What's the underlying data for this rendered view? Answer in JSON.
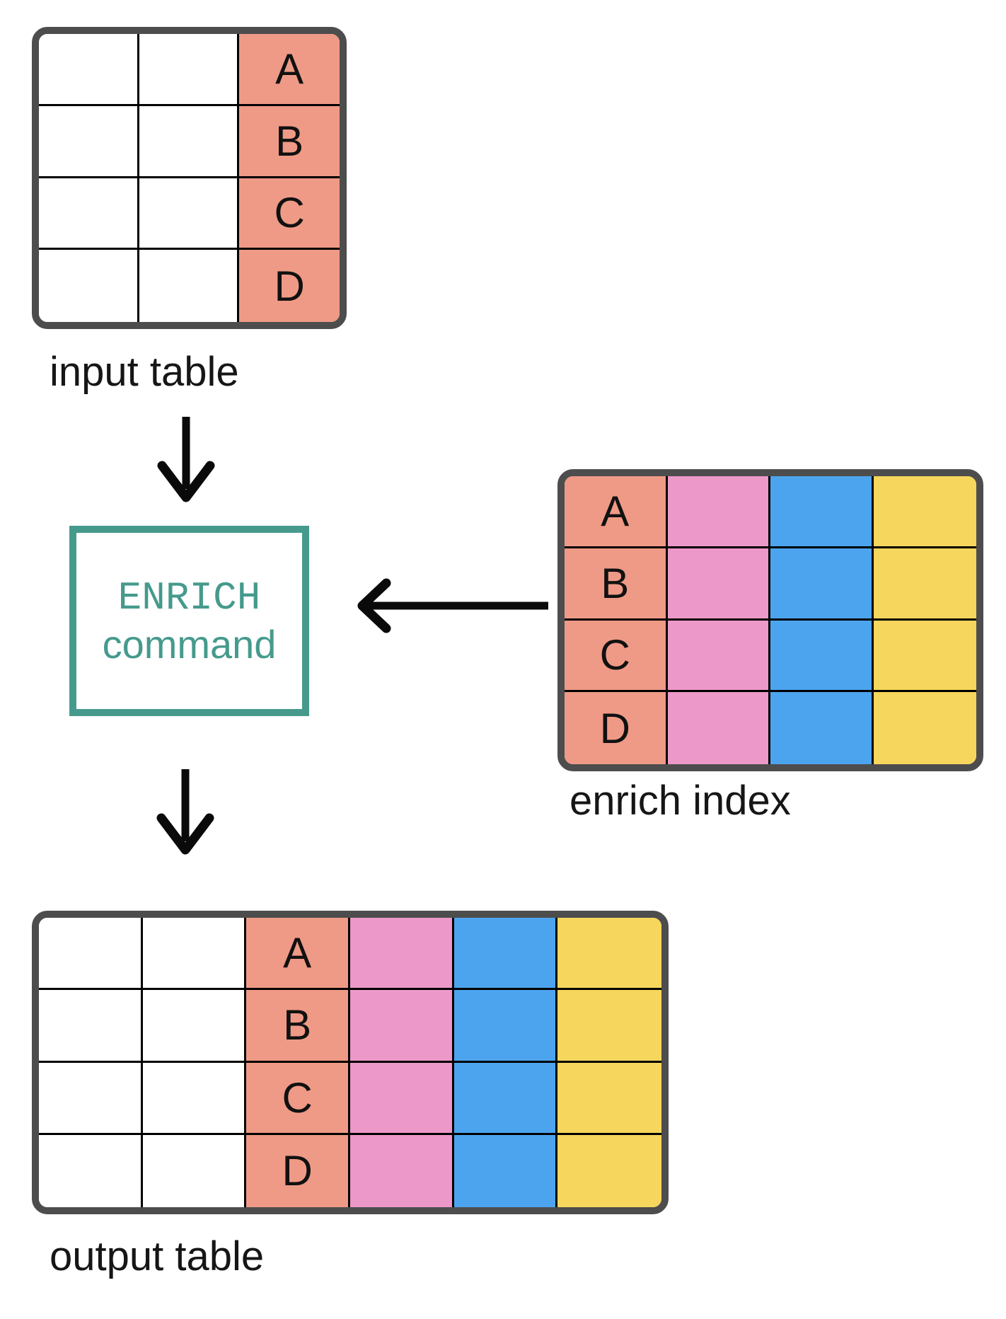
{
  "labels": {
    "input": "input table",
    "enrich": "enrich index",
    "output": "output table"
  },
  "enrich_box": {
    "line1": "ENRICH",
    "line2": "command"
  },
  "colors": {
    "salmon": "#EF9A86",
    "pink": "#EC98C8",
    "blue": "#4DA4EE",
    "yellow": "#F6D65C",
    "teal": "#459A8C",
    "frame": "#4D4D4D",
    "grid": "#000000",
    "arrow": "#0A0A0A"
  },
  "tables": {
    "input": {
      "rows": 4,
      "columns": [
        {
          "color": "white"
        },
        {
          "color": "white"
        },
        {
          "color": "salmon",
          "labels": [
            "A",
            "B",
            "C",
            "D"
          ]
        }
      ]
    },
    "enrich": {
      "rows": 4,
      "columns": [
        {
          "color": "salmon",
          "labels": [
            "A",
            "B",
            "C",
            "D"
          ]
        },
        {
          "color": "pink"
        },
        {
          "color": "blue"
        },
        {
          "color": "yellow"
        }
      ]
    },
    "output": {
      "rows": 4,
      "columns": [
        {
          "color": "white"
        },
        {
          "color": "white"
        },
        {
          "color": "salmon",
          "labels": [
            "A",
            "B",
            "C",
            "D"
          ]
        },
        {
          "color": "pink"
        },
        {
          "color": "blue"
        },
        {
          "color": "yellow"
        }
      ]
    }
  }
}
